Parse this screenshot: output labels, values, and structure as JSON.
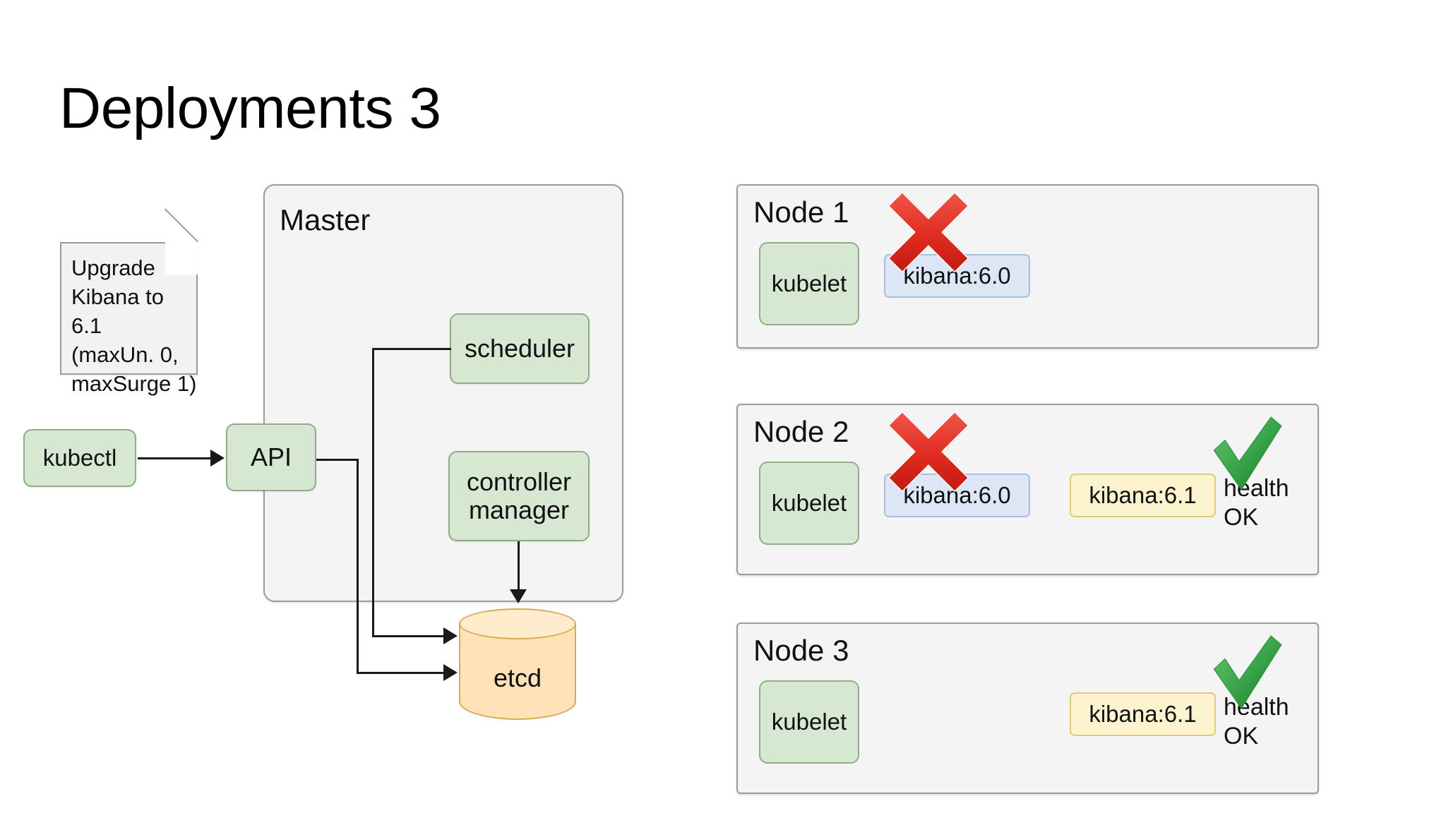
{
  "slide": {
    "title": "Deployments 3"
  },
  "note": {
    "text": "Upgrade\nKibana to 6.1\n(maxUn. 0,\nmaxSurge 1)"
  },
  "client": {
    "kubectl_label": "kubectl"
  },
  "master": {
    "title": "Master",
    "components": [
      {
        "label": "API"
      },
      {
        "label": "scheduler"
      },
      {
        "label": "controller\nmanager"
      },
      {
        "label": "etcd"
      }
    ]
  },
  "nodes": [
    {
      "title": "Node 1",
      "kubelet_label": "kubelet",
      "pods": [
        {
          "label": "kibana:6.0",
          "style": "blue",
          "terminating": true
        }
      ],
      "health_label": "",
      "healthy": false
    },
    {
      "title": "Node 2",
      "kubelet_label": "kubelet",
      "pods": [
        {
          "label": "kibana:6.0",
          "style": "blue",
          "terminating": true
        },
        {
          "label": "kibana:6.1",
          "style": "yellow",
          "terminating": false
        }
      ],
      "health_label": "health\nOK",
      "healthy": true
    },
    {
      "title": "Node 3",
      "kubelet_label": "kubelet",
      "pods": [
        {
          "label": "kibana:6.1",
          "style": "yellow",
          "terminating": false
        }
      ],
      "health_label": "health\nOK",
      "healthy": true
    }
  ],
  "colors": {
    "component_fill": "#d7e8d2",
    "component_stroke": "#8fae87",
    "panel_fill": "#f4f4f4",
    "panel_stroke": "#9b9b9b",
    "pod_blue_fill": "#dce6f5",
    "pod_yellow_fill": "#fdf3cf",
    "etcd_fill": "#ffe2b8",
    "error_red": "#e02b20",
    "ok_green": "#2ea843",
    "connector": "#1a1a1a"
  },
  "icons": {
    "terminating": "red-x-icon",
    "healthy": "green-check-icon",
    "note_fold": "note-fold-corner-icon"
  }
}
